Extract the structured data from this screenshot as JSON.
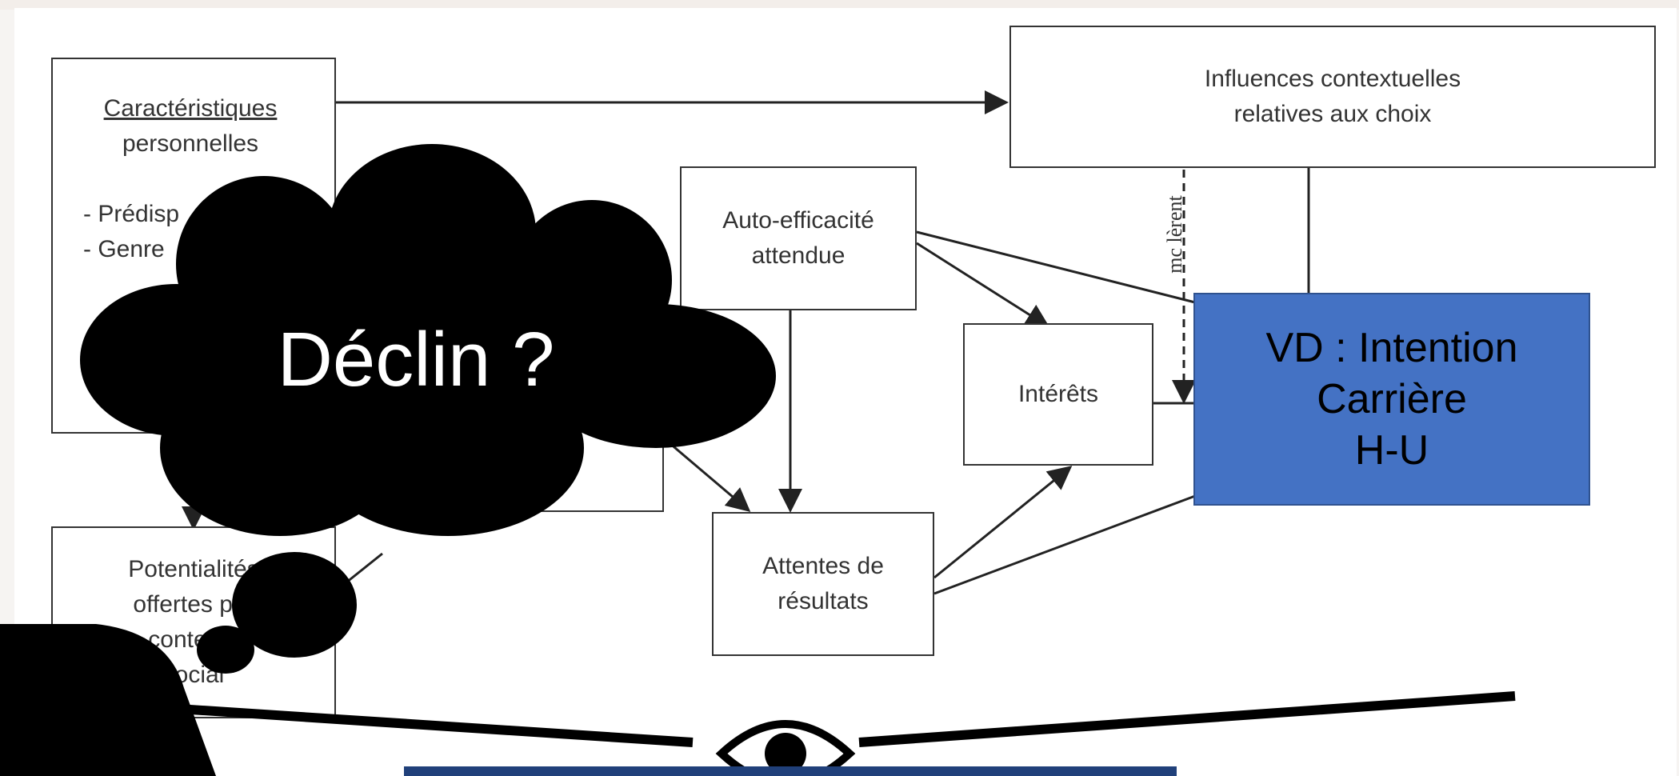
{
  "diagram": {
    "personal": {
      "title_line1": "Caractéristiques",
      "title_line2": "personnelles",
      "item1": "- Prédisp",
      "item2": "- Genre"
    },
    "potential": {
      "line1": "Potentialités",
      "line2": "offertes par",
      "line3": "contexte",
      "line4": "social"
    },
    "contextual": {
      "line1": "Influences contextuelles",
      "line2": "relatives aux choix"
    },
    "self_efficacy": {
      "line1": "Auto-efficacité",
      "line2": "attendue"
    },
    "interests": "Intérêts",
    "outcomes": {
      "line1": "Attentes de",
      "line2": "résultats"
    },
    "vertical_text": "mc lèrent"
  },
  "vd": {
    "line1": "VD : Intention",
    "line2": "Carrière",
    "line3": "H-U"
  },
  "thought": "Déclin ?",
  "colors": {
    "vd_fill": "#4472c4",
    "bottom_bar": "#20407a",
    "cloud": "#000000"
  }
}
